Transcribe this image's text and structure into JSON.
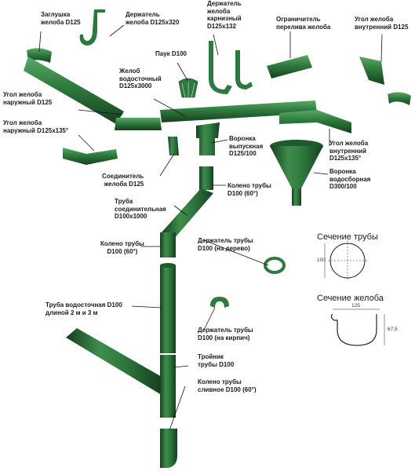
{
  "labels": {
    "end_cap": "Заглушка\nжелоба D125",
    "gutter_holder": "Держатель\nжелоба D125x320",
    "cornice_holder": "Держатель\nжелоба\nкарнизный\nD125x132",
    "overflow_limiter": "Ограничитель\nперелива желоба",
    "inner_corner_top": "Угол желоба\nвнутренний D125",
    "spider": "Паук D100",
    "gutter": "Желоб\nводосточный\nD125x3000",
    "outer_corner": "Угол желоба\nнаружный D125",
    "outer_corner_135": "Угол желоба\nнаружный D125x135°",
    "outlet_funnel": "Воронка\nвыпускная\nD125/100",
    "inner_corner_135": "Угол желоба\nвнутренний\nD125x135°",
    "collector_funnel": "Воронка\nводосборная\nD300/100",
    "gutter_connector": "Соединитель\nжелоба D125",
    "pipe_elbow_top": "Колено трубы\nD100 (60°)",
    "connecting_pipe": "Труба\nсоединительная\nD100x1000",
    "pipe_elbow_left": "Колено трубы\nD100 (60°)",
    "wood_holder": "Держатель трубы\nD100 (на дерево)",
    "downpipe": "Труба водосточная D100\nдлиной 2 м и 3 м",
    "brick_holder": "Держатель трубы\nD100 (на кирпич)",
    "tee": "Тройник\nтрубы D100",
    "drain_elbow": "Колено трубы\nсливное D100 (60°)"
  },
  "sections": {
    "pipe_title": "Сечение трубы",
    "pipe_dim": "100",
    "gutter_title": "Сечение желоба",
    "gutter_width": "125",
    "gutter_depth": "67,5"
  },
  "colors": {
    "green_dark": "#1f5a2c",
    "green": "#2e7a3e",
    "green_light": "#4f9c5c",
    "leader": "#111111"
  }
}
